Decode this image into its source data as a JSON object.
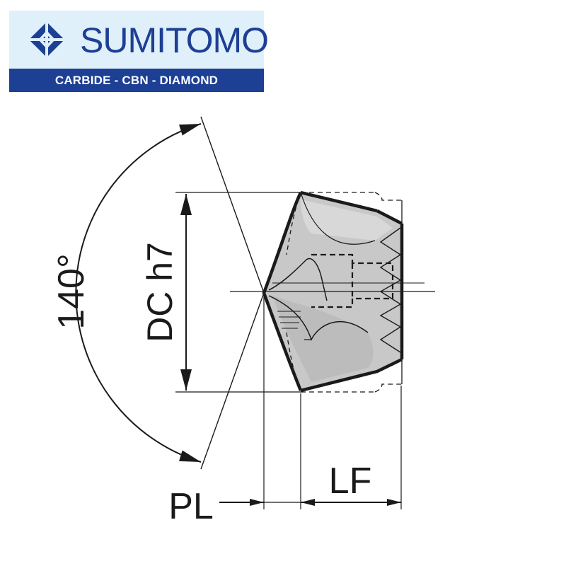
{
  "brand": {
    "name": "SUMITOMO",
    "tagline": "CARBIDE - CBN - DIAMOND",
    "colors": {
      "primary": "#1d3f94",
      "panel": "#dff0fb"
    }
  },
  "dimensions": {
    "angle": "140°",
    "diameter": "DC h7",
    "point_length": "PL",
    "functional_length": "LF"
  },
  "colors": {
    "body_fill": "#c8c8c8",
    "line": "#1a1a1a"
  }
}
